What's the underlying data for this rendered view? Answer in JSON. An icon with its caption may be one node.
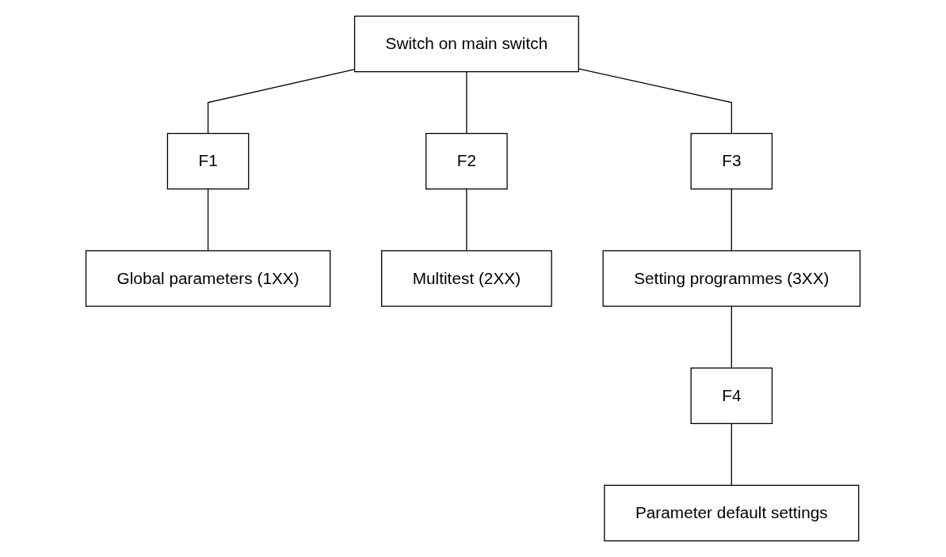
{
  "diagram": {
    "nodes": [
      {
        "text": [
          "Switch on main switch"
        ]
      },
      {
        "text": [
          "F1"
        ]
      },
      {
        "text": [
          "F2"
        ]
      },
      {
        "text": [
          "F3"
        ]
      },
      {
        "text": [
          "Global parameters (1XX)"
        ]
      },
      {
        "text": [
          "Multitest (2XX)"
        ]
      },
      {
        "text": [
          "Setting programmes (3XX)"
        ]
      },
      {
        "text": [
          "F4"
        ]
      },
      {
        "text": [
          "Parameter default settings"
        ]
      }
    ],
    "edges": [
      {
        "from": 0,
        "to": 1,
        "arrow": "none"
      },
      {
        "from": 0,
        "to": 2,
        "arrow": "none"
      },
      {
        "from": 0,
        "to": 3,
        "arrow": "none"
      },
      {
        "from": 1,
        "to": 4,
        "arrow": "none"
      },
      {
        "from": 2,
        "to": 5,
        "arrow": "none"
      },
      {
        "from": 3,
        "to": 6,
        "arrow": "none"
      },
      {
        "from": 6,
        "to": 7,
        "arrow": "none"
      },
      {
        "from": 7,
        "to": 8,
        "arrow": "none"
      }
    ]
  }
}
